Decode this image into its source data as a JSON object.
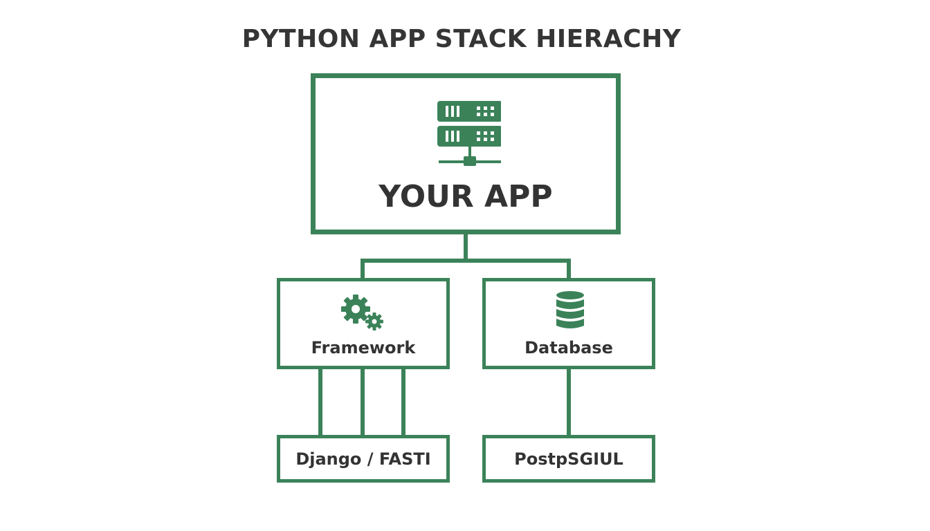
{
  "title": "PYTHON APP STACK HIERACHY",
  "colors": {
    "accent": "#3b8259",
    "text": "#333333",
    "background": "#ffffff"
  },
  "nodes": {
    "app": {
      "label": "YOUR APP",
      "icon": "server-icon"
    },
    "framework": {
      "label": "Framework",
      "icon": "gears-icon"
    },
    "database": {
      "label": "Database",
      "icon": "database-icon"
    },
    "framework_impl": {
      "label": "Django / FASTI"
    },
    "database_impl": {
      "label": "PostpSGIUL"
    }
  }
}
